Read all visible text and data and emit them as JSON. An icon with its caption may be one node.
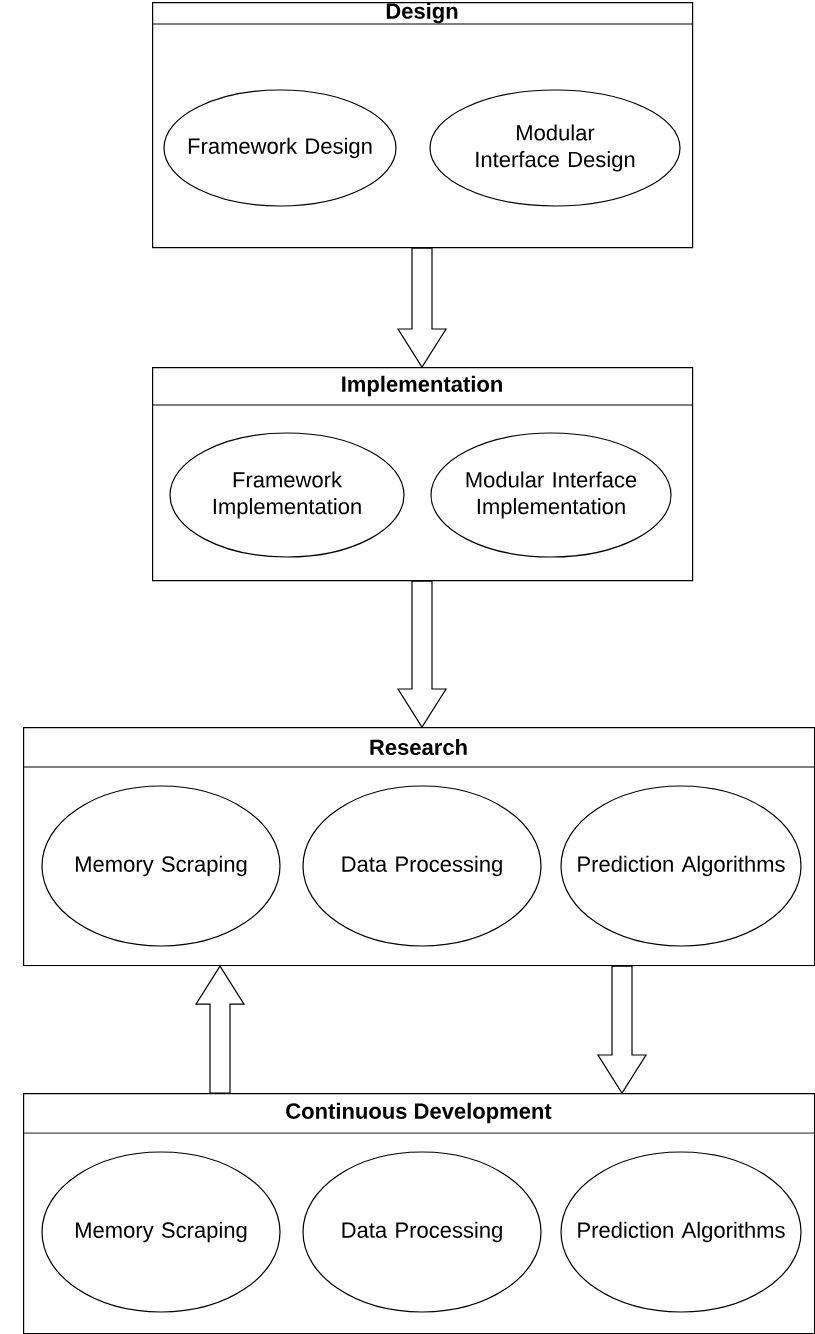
{
  "diagram": {
    "nodes": [
      {
        "text": [
          "Design"
        ]
      },
      {
        "text": [
          "Framework Design"
        ],
        "in": 0
      },
      {
        "text": [
          "Modular Interface Design"
        ],
        "in": 0
      },
      {
        "text": [
          "Implementation"
        ]
      },
      {
        "text": [
          "Framework Implementation"
        ],
        "in": 3
      },
      {
        "text": [
          "Modular Interface Implementation"
        ],
        "in": 3
      },
      {
        "text": [
          "Research"
        ]
      },
      {
        "text": [
          "Memory Scraping"
        ],
        "in": 6
      },
      {
        "text": [
          "Data Processing"
        ],
        "in": 6
      },
      {
        "text": [
          "Prediction Algorithms"
        ],
        "in": 6
      },
      {
        "text": [
          "Continuous Development"
        ]
      },
      {
        "text": [
          "Memory Scraping"
        ],
        "in": 10
      },
      {
        "text": [
          "Data Processing"
        ],
        "in": 10
      },
      {
        "text": [
          "Prediction Algorithms"
        ],
        "in": 10
      }
    ],
    "edges": [
      {
        "from": 0,
        "to": 3,
        "arrow": "to"
      },
      {
        "from": 3,
        "to": 6,
        "arrow": "to"
      },
      {
        "from": 10,
        "to": 6,
        "arrow": "to"
      },
      {
        "from": 6,
        "to": 10,
        "arrow": "to"
      }
    ]
  }
}
